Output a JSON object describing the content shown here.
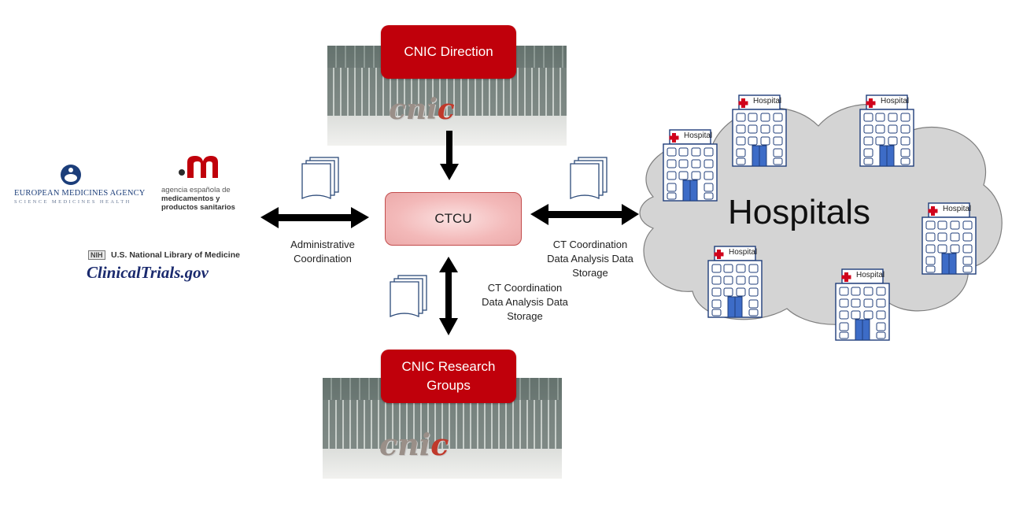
{
  "nodes": {
    "direction": "CNIC Direction",
    "ctcu": "CTCU",
    "research": "CNIC Research Groups",
    "hospitals": "Hospitals"
  },
  "photo_sign": {
    "prefix": "cni",
    "accent": "c"
  },
  "edges": {
    "admin": [
      "Administrative",
      "Coordination"
    ],
    "hospitals": [
      "CT Coordination",
      "Data Analysis Data",
      "Storage"
    ],
    "research": [
      "CT Coordination",
      "Data Analysis Data",
      "Storage"
    ]
  },
  "logos": {
    "ema_name": "EUROPEAN MEDICINES AGENCY",
    "ema_tagline": "SCIENCE   MEDICINES   HEALTH",
    "aemps_line1": "agencia española de",
    "aemps_line2": "medicamentos y",
    "aemps_line3": "productos sanitarios",
    "nih": "NIH",
    "nlm": "U.S. National Library of Medicine",
    "ctgov": "ClinicalTrials.gov"
  },
  "hospital_label": "Hospital",
  "colors": {
    "red": "#c0000b",
    "cloud": "#d4d4d4",
    "cloud_stroke": "#7f7f7f",
    "arrow": "#000000",
    "hospital_stroke": "#1f3d7a",
    "door": "#3d6cc7"
  }
}
